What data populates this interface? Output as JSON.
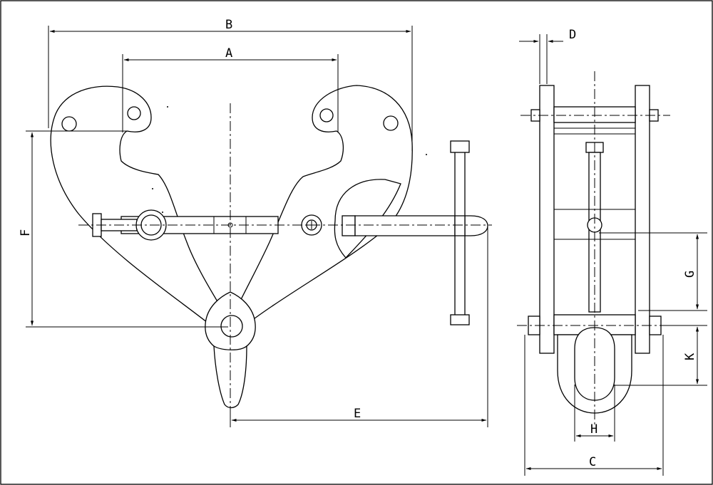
{
  "diagram": {
    "dimension_labels": {
      "a": "A",
      "b": "B",
      "c": "C",
      "d": "D",
      "e": "E",
      "f": "F",
      "g": "G",
      "h": "H",
      "k": "K"
    }
  }
}
